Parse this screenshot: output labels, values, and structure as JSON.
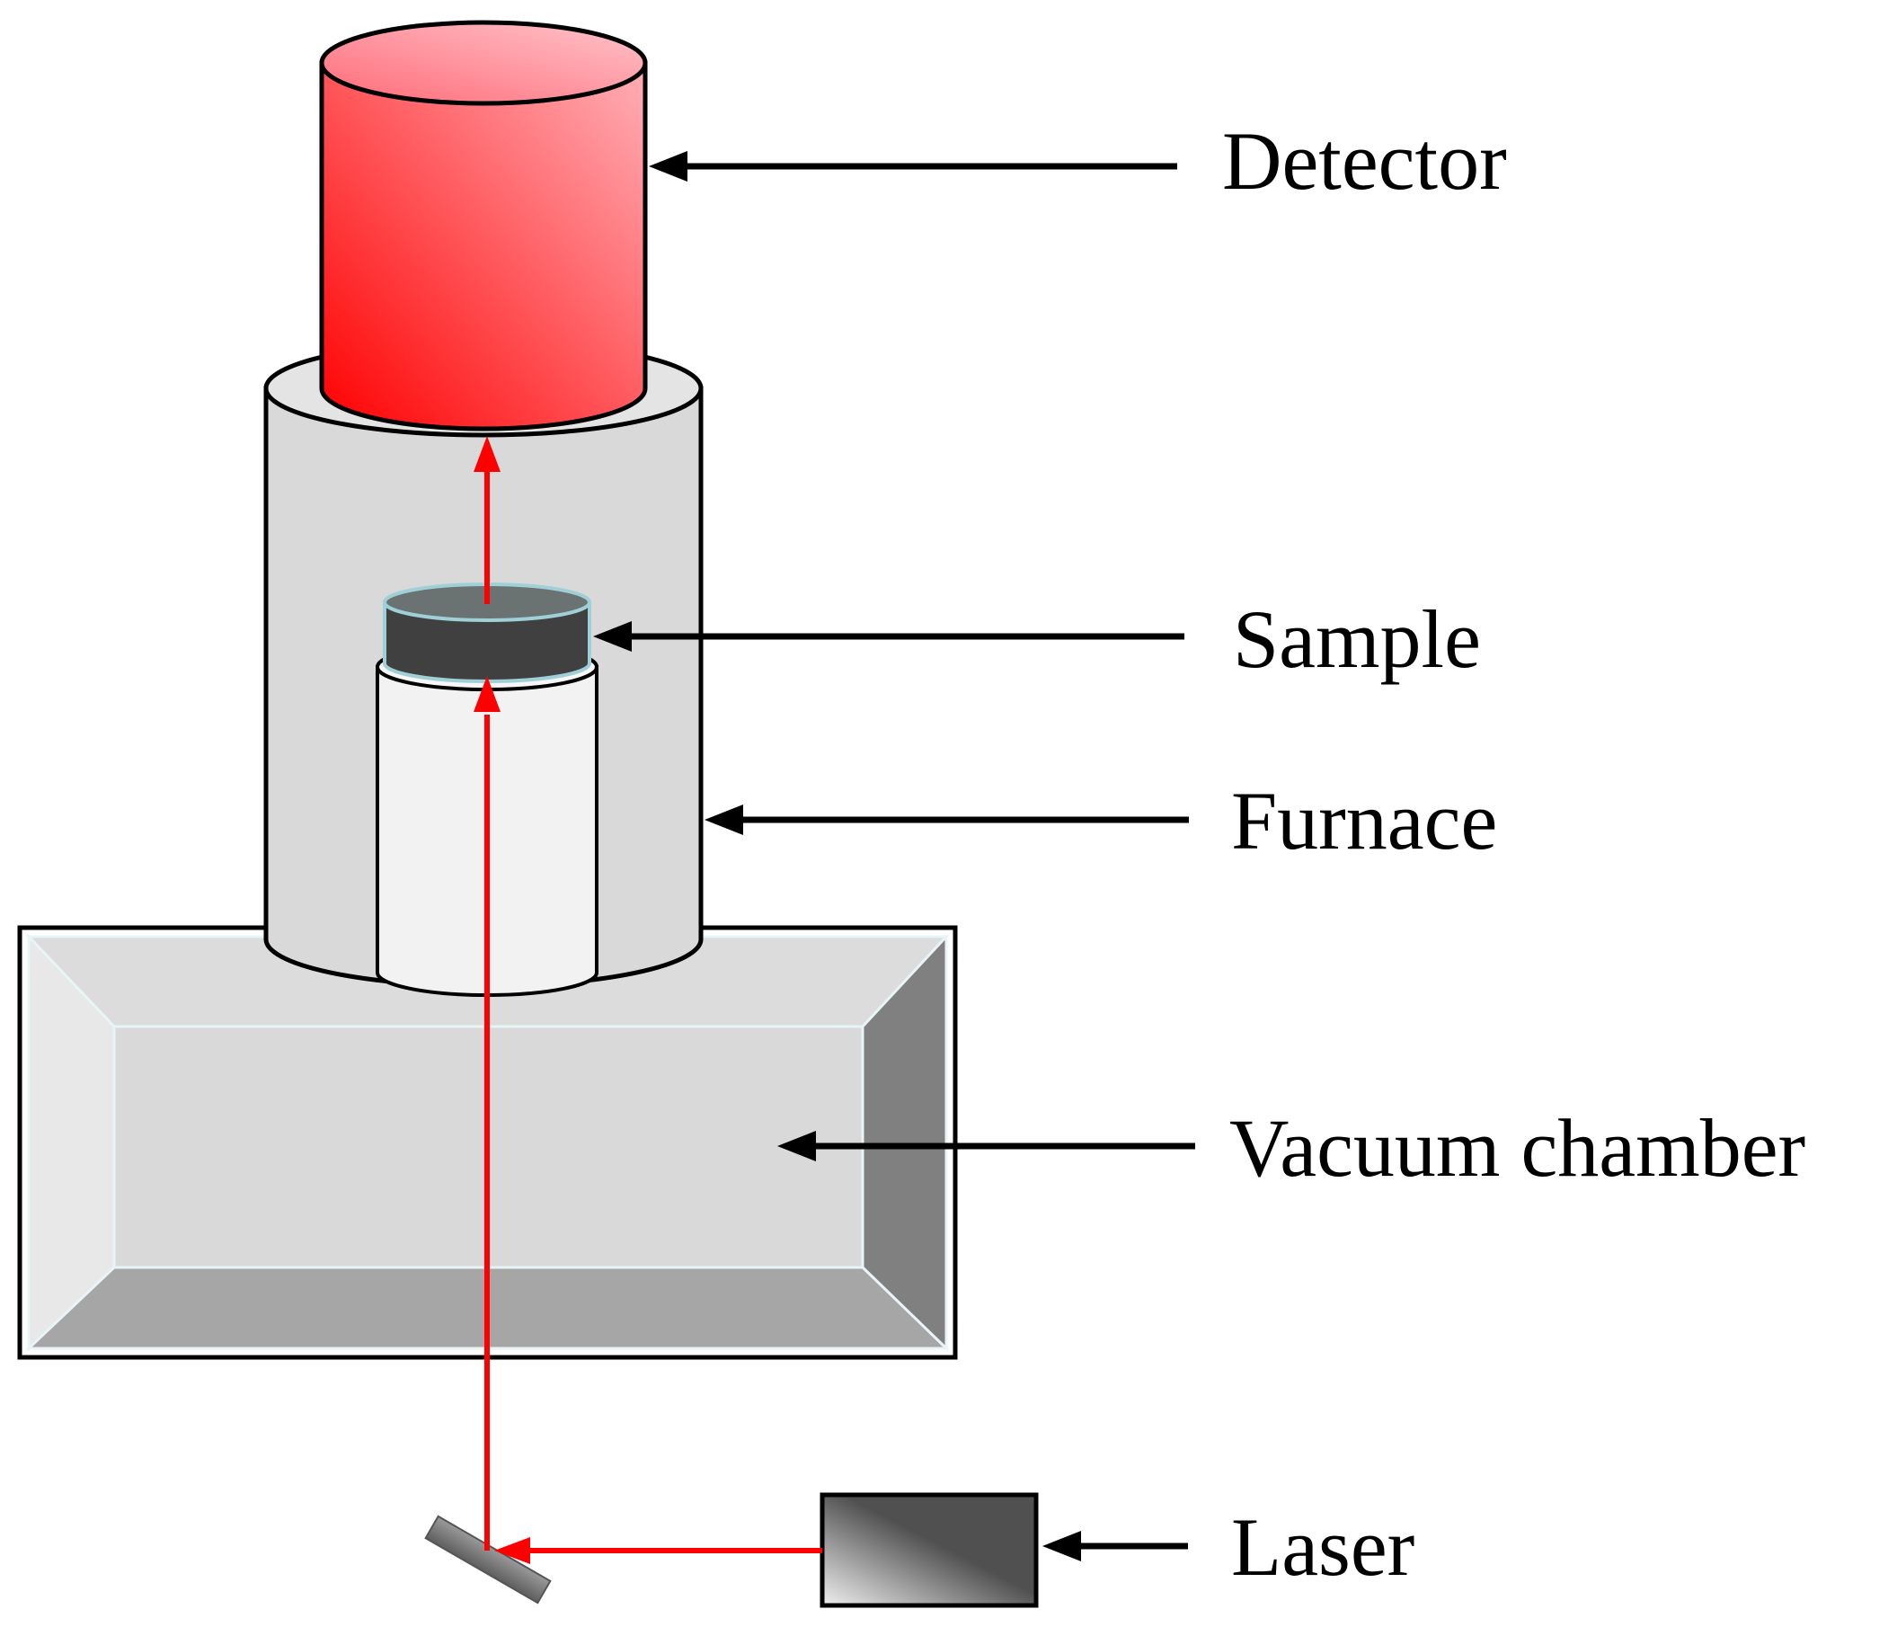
{
  "labels": {
    "detector": "Detector",
    "sample": "Sample",
    "furnace": "Furnace",
    "vacuum_chamber": "Vacuum chamber",
    "laser": "Laser"
  },
  "colors": {
    "beam": "#ff0000",
    "detector_light": "#ffb0b8",
    "detector_dark": "#ff0000",
    "furnace": "#d9d9d9",
    "furnace_top": "#e4e4e4",
    "holder": "#f2f2f2",
    "sample": "#404040",
    "chamber_face": "#d9d9d9",
    "chamber_left": "#e8e8e8",
    "chamber_right": "#808080",
    "chamber_bottom": "#a6a6a6",
    "chamber_top": "#dcdcdc",
    "laser_box_light": "#f0f0f0",
    "laser_box_dark": "#505050",
    "mirror": "#777777"
  }
}
